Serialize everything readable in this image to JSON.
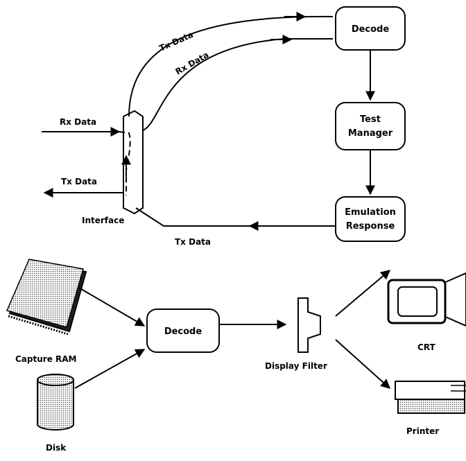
{
  "top_diagram": {
    "labels": {
      "rx_data_in": "Rx Data",
      "tx_data_out": "Tx Data",
      "tx_data_upper": "Tx Data",
      "rx_data_upper": "Rx Data",
      "interface": "Interface",
      "tx_data_bottom": "Tx Data"
    },
    "boxes": {
      "decode": "Decode",
      "test_manager_line1": "Test",
      "test_manager_line2": "Manager",
      "emulation_line1": "Emulation",
      "emulation_line2": "Response"
    }
  },
  "bottom_diagram": {
    "labels": {
      "capture_ram": "Capture RAM",
      "disk": "Disk",
      "decode": "Decode",
      "display_filter": "Display Filter",
      "crt": "CRT",
      "printer": "Printer"
    }
  }
}
